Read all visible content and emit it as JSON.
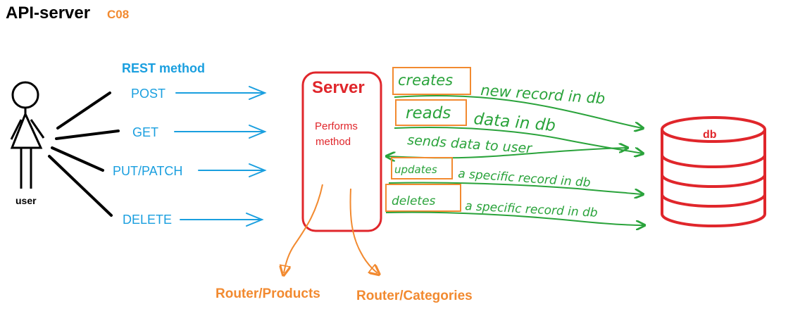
{
  "title": "API-server",
  "code": "C08",
  "actor": {
    "label": "user"
  },
  "rest": {
    "heading": "REST method",
    "methods": [
      "POST",
      "GET",
      "PUT/PATCH",
      "DELETE"
    ]
  },
  "server": {
    "title": "Server",
    "subtitle_line1": "Performs",
    "subtitle_line2": "method"
  },
  "routers": [
    "Router/Products",
    "Router/Categories"
  ],
  "db": {
    "label": "db"
  },
  "operations": [
    {
      "verb": "creates",
      "rest": "new record in db"
    },
    {
      "verb": "reads",
      "rest": "data in db"
    },
    {
      "verb": "",
      "rest": "sends data to user"
    },
    {
      "verb": "updates",
      "rest": "a specific record in db"
    },
    {
      "verb": "deletes",
      "rest": "a specific record in db"
    }
  ],
  "colors": {
    "title": "#000000",
    "code": "#f28a30",
    "rest": "#1a9fdf",
    "server": "#e0262b",
    "router": "#f28a30",
    "ops": "#2aa33b",
    "box": "#f28a30",
    "db": "#e0262b",
    "actor": "#000000"
  }
}
